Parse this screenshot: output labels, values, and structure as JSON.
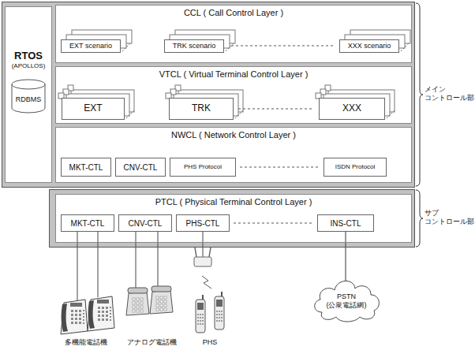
{
  "diagram": {
    "nodes": [
      {
        "text": [
          "メイン コントロール部"
        ]
      },
      {
        "text": [
          "RTOS",
          "(APOLLOS)"
        ],
        "in": 0
      },
      {
        "text": [
          "RDBMS"
        ],
        "in": 1
      },
      {
        "text": [
          "CCL ( Call Control Layer )"
        ],
        "in": 0
      },
      {
        "text": [
          "EXT scenario"
        ],
        "in": 3
      },
      {
        "text": [
          "TRK scenario"
        ],
        "in": 3
      },
      {
        "text": [
          "XXX scenario"
        ],
        "in": 3
      },
      {
        "text": [
          "VTCL ( Virtual Terminal Control Layer )"
        ],
        "in": 0
      },
      {
        "text": [
          "EXT"
        ],
        "in": 7
      },
      {
        "text": [
          "TRK"
        ],
        "in": 7
      },
      {
        "text": [
          "XXX"
        ],
        "in": 7
      },
      {
        "text": [
          "NWCL ( Network Control Layer )"
        ],
        "in": 0
      },
      {
        "text": [
          "MKT-CTL"
        ],
        "in": 11
      },
      {
        "text": [
          "CNV-CTL"
        ],
        "in": 11
      },
      {
        "text": [
          "PHS Protocol"
        ],
        "in": 11
      },
      {
        "text": [
          "ISDN Protocol"
        ],
        "in": 11
      },
      {
        "text": [
          "サブ コントロール部"
        ]
      },
      {
        "text": [
          "PTCL ( Physical Terminal Control Layer )"
        ],
        "in": 16
      },
      {
        "text": [
          "MKT-CTL"
        ],
        "in": 17
      },
      {
        "text": [
          "CNV-CTL"
        ],
        "in": 17
      },
      {
        "text": [
          "PHS-CTL"
        ],
        "in": 17
      },
      {
        "text": [
          "INS-CTL"
        ],
        "in": 17
      },
      {
        "text": [
          "PSTN (公衆電話網)"
        ]
      }
    ],
    "edges": [
      {
        "from": 21,
        "to": 22,
        "arrow": "none"
      }
    ],
    "labels": [
      "多機能電話機",
      "アナログ電話機",
      "PHS"
    ]
  }
}
